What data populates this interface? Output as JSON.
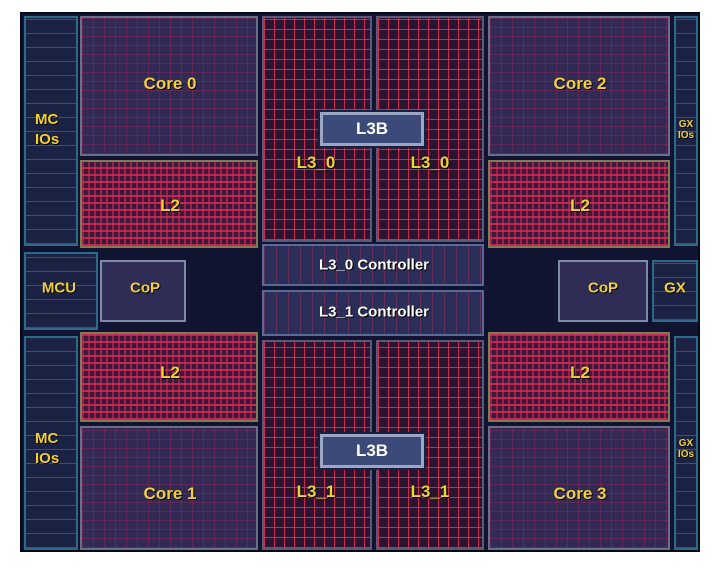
{
  "blocks": {
    "core0": "Core 0",
    "core1": "Core 1",
    "core2": "Core 2",
    "core3": "Core 3",
    "l2_tl": "L2",
    "l2_tr": "L2",
    "l2_bl": "L2",
    "l2_br": "L2",
    "l3b_top": "L3B",
    "l3b_bottom": "L3B",
    "l3_0_left": "L3_0",
    "l3_0_right": "L3_0",
    "l3_1_left": "L3_1",
    "l3_1_right": "L3_1",
    "l3_0_controller": "L3_0 Controller",
    "l3_1_controller": "L3_1 Controller",
    "mc_ios_top": "MC IOs",
    "mc_ios_bottom": "MC IOs",
    "mcu": "MCU",
    "cop_left": "CoP",
    "cop_right": "CoP",
    "gx": "GX",
    "gx_ios_top": "GX IOs",
    "gx_ios_bottom": "GX IOs"
  }
}
